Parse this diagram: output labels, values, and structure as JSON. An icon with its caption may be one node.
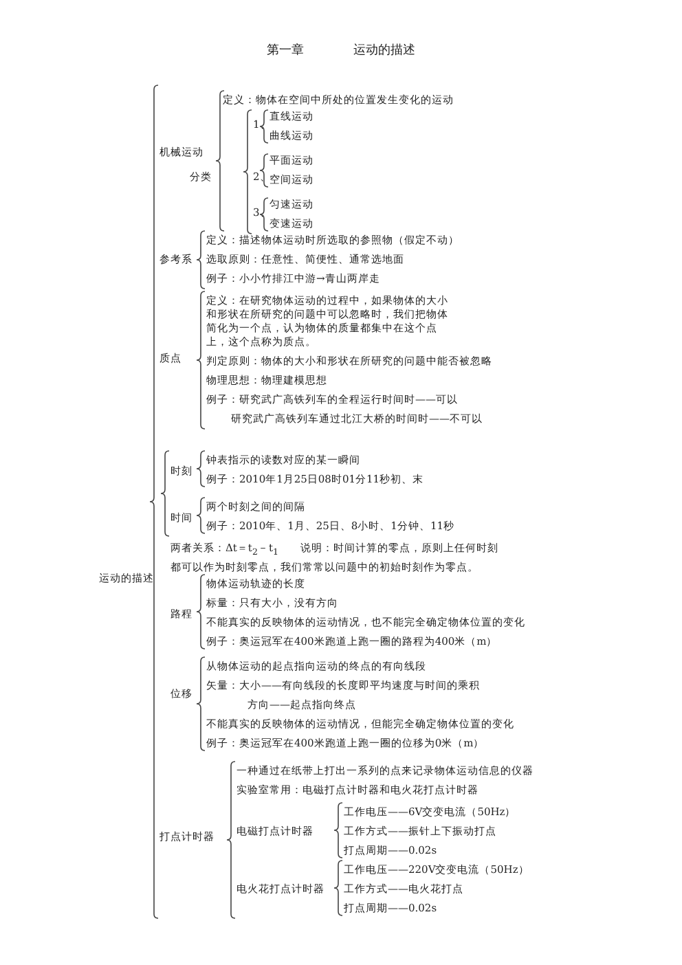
{
  "diagram": {
    "title": "第一章　　　　运动的描述",
    "labels": [
      "运动的描述",
      "机械运动",
      "定义：物体在空间中所处的位置发生变化的运动",
      "分类",
      "1、",
      "直线运动",
      "曲线运动",
      "2、",
      "平面运动",
      "空间运动",
      "3、",
      "匀速运动",
      "变速运动",
      "参考系",
      "定义：描述物体运动时所选取的参照物（假定不动）",
      "选取原则：任意性、简便性、通常选地面",
      "例子：小小竹排江中游→青山两岸走",
      "质点",
      "定义：在研究物体运动的过程中，如果物体的大小和形状在所研究的问题中可以忽略时，我们把物体简化为一个点，认为物体的质量都集中在这个点上，这个点称为质点。",
      "判定原则：物体的大小和形状在所研究的问题中能否被忽略",
      "物理思想：物理建模思想",
      "例子：研究武广高铁列车的全程运行时间时——可以",
      "研究武广高铁列车通过北江大桥的时间时——不可以",
      "时刻",
      "钟表指示的读数对应的某一瞬间",
      "例子：2010年1月25日08时01分11秒初、末",
      "时间",
      "两个时刻之间的间隔",
      "例子：2010年、1月、25日、8小时、1分钟、11秒",
      "两者关系：Δt＝t$_{2}$－t$_{1}$　　说明：时间计算的零点，原则上任何时刻都可以作为时刻零点，我们常常以问题中的初始时刻作为零点。",
      "路程",
      "物体运动轨迹的长度",
      "标量：只有大小，没有方向",
      "不能真实的反映物体的运动情况，也不能完全确定物体位置的变化",
      "例子：奥运冠军在400米跑道上跑一圈的路程为400米（m）",
      "位移",
      "从物体运动的起点指向运动的终点的有向线段",
      "矢量：大小——有向线段的长度即平均速度与时间的乘积",
      "方向——起点指向终点",
      "不能真实的反映物体的运动情况，但能完全确定物体位置的变化",
      "例子：奥运冠军在400米跑道上跑一圈的位移为0米（m）",
      "打点计时器",
      "一种通过在纸带上打出一系列的点来记录物体运动信息的仪器",
      "实验室常用：电磁打点计时器和电火花打点计时器",
      "电磁打点计时器",
      "工作电压——6V交变电流（50Hz）",
      "工作方式——振针上下振动打点",
      "打点周期——0.02s",
      "电火花打点计时器",
      "工作电压——220V交变电流（50Hz）",
      "工作方式——电火花打点",
      "打点周期——0.02s"
    ]
  }
}
